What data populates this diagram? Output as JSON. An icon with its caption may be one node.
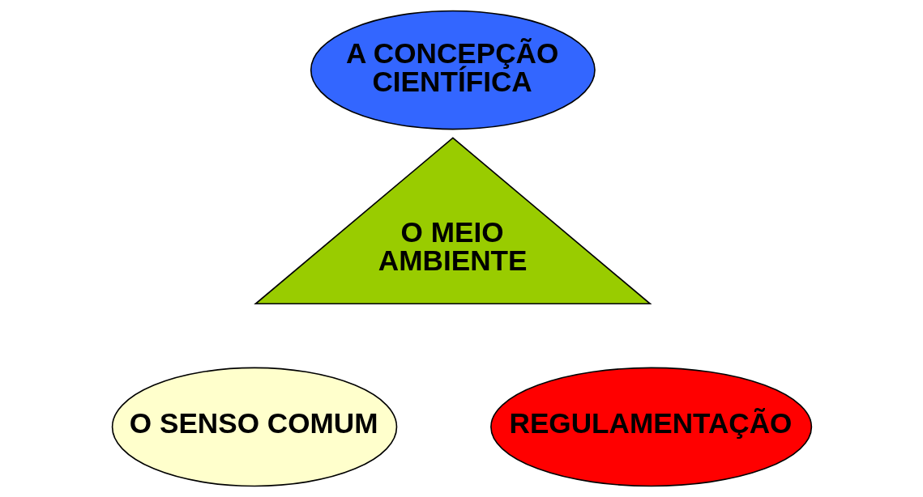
{
  "diagram": {
    "nodes": [
      {
        "text": [
          "A CONCEPÇÃO CIENTÍFICA"
        ]
      },
      {
        "text": [
          "O MEIO AMBIENTE"
        ]
      },
      {
        "text": [
          "O SENSO COMUM"
        ]
      },
      {
        "text": [
          "REGULAMENTAÇÃO"
        ]
      }
    ]
  }
}
